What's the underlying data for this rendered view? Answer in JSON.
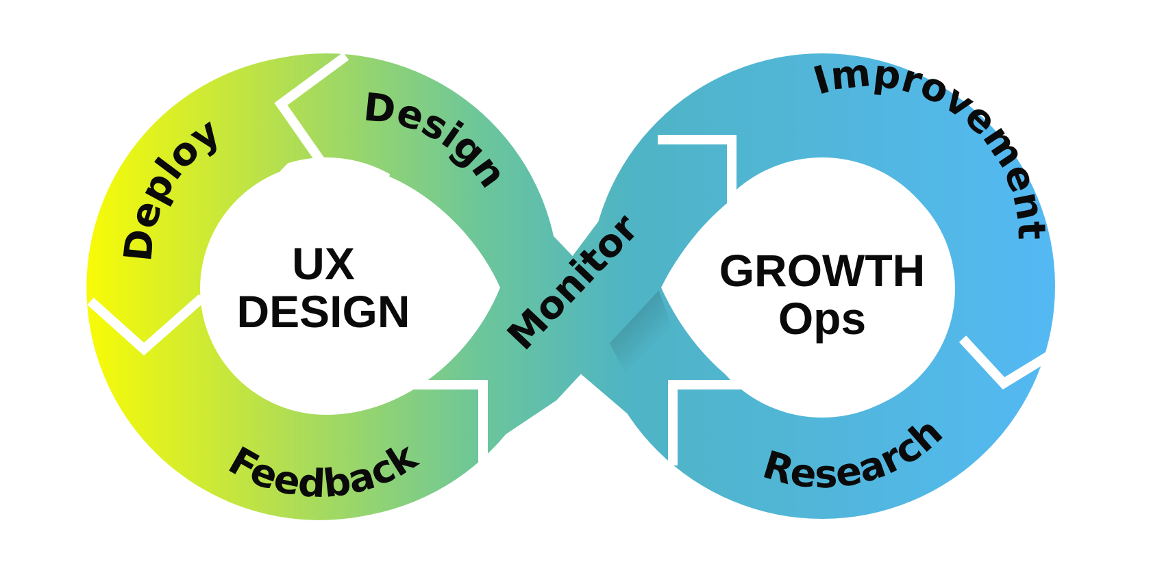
{
  "diagram": {
    "left_center": {
      "line1": "UX",
      "line2": "DESIGN"
    },
    "right_center": {
      "line1": "GROWTH",
      "line2": "Ops"
    },
    "stages": {
      "design": "Design",
      "deploy": "Deploy",
      "feedback": "Feedback",
      "monitor": "Monitor",
      "improvement": "Improvement",
      "research": "Research"
    },
    "colors": {
      "gradient_start": "#f7fb07",
      "gradient_mid": "#6cc69a",
      "gradient_teal": "#4fb4c4",
      "gradient_end": "#54b9f5",
      "text": "#0a0a0a",
      "background": "#ffffff"
    }
  }
}
